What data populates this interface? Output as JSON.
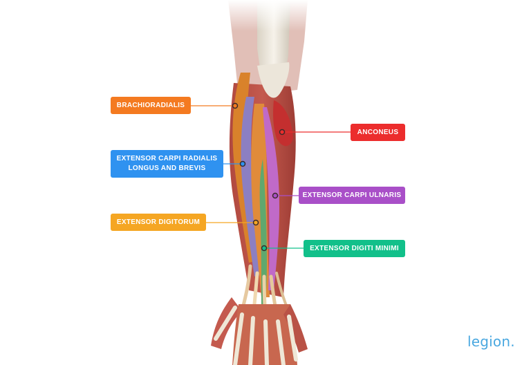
{
  "labels": {
    "brachioradialis": "BRACHIORADIALIS",
    "ecr_line1": "EXTENSOR CARPI RADIALIS",
    "ecr_line2": "LONGUS AND BREVIS",
    "extensor_digitorum": "EXTENSOR DIGITORUM",
    "anconeus": "ANCONEUS",
    "extensor_carpi_ulnaris": "EXTENSOR CARPI ULNARIS",
    "extensor_digiti_minimi": "EXTENSOR DIGITI MINIMI"
  },
  "brand": {
    "name": "legion",
    "suffix": "."
  },
  "colors": {
    "brachioradialis": "#f47a20",
    "extensor_carpi_radialis": "#2f92f0",
    "extensor_digitorum": "#f5a623",
    "anconeus": "#ec2d2d",
    "extensor_carpi_ulnaris": "#a94fc8",
    "extensor_digiti_minimi": "#12c08a",
    "brand": "#4aa8e0"
  }
}
